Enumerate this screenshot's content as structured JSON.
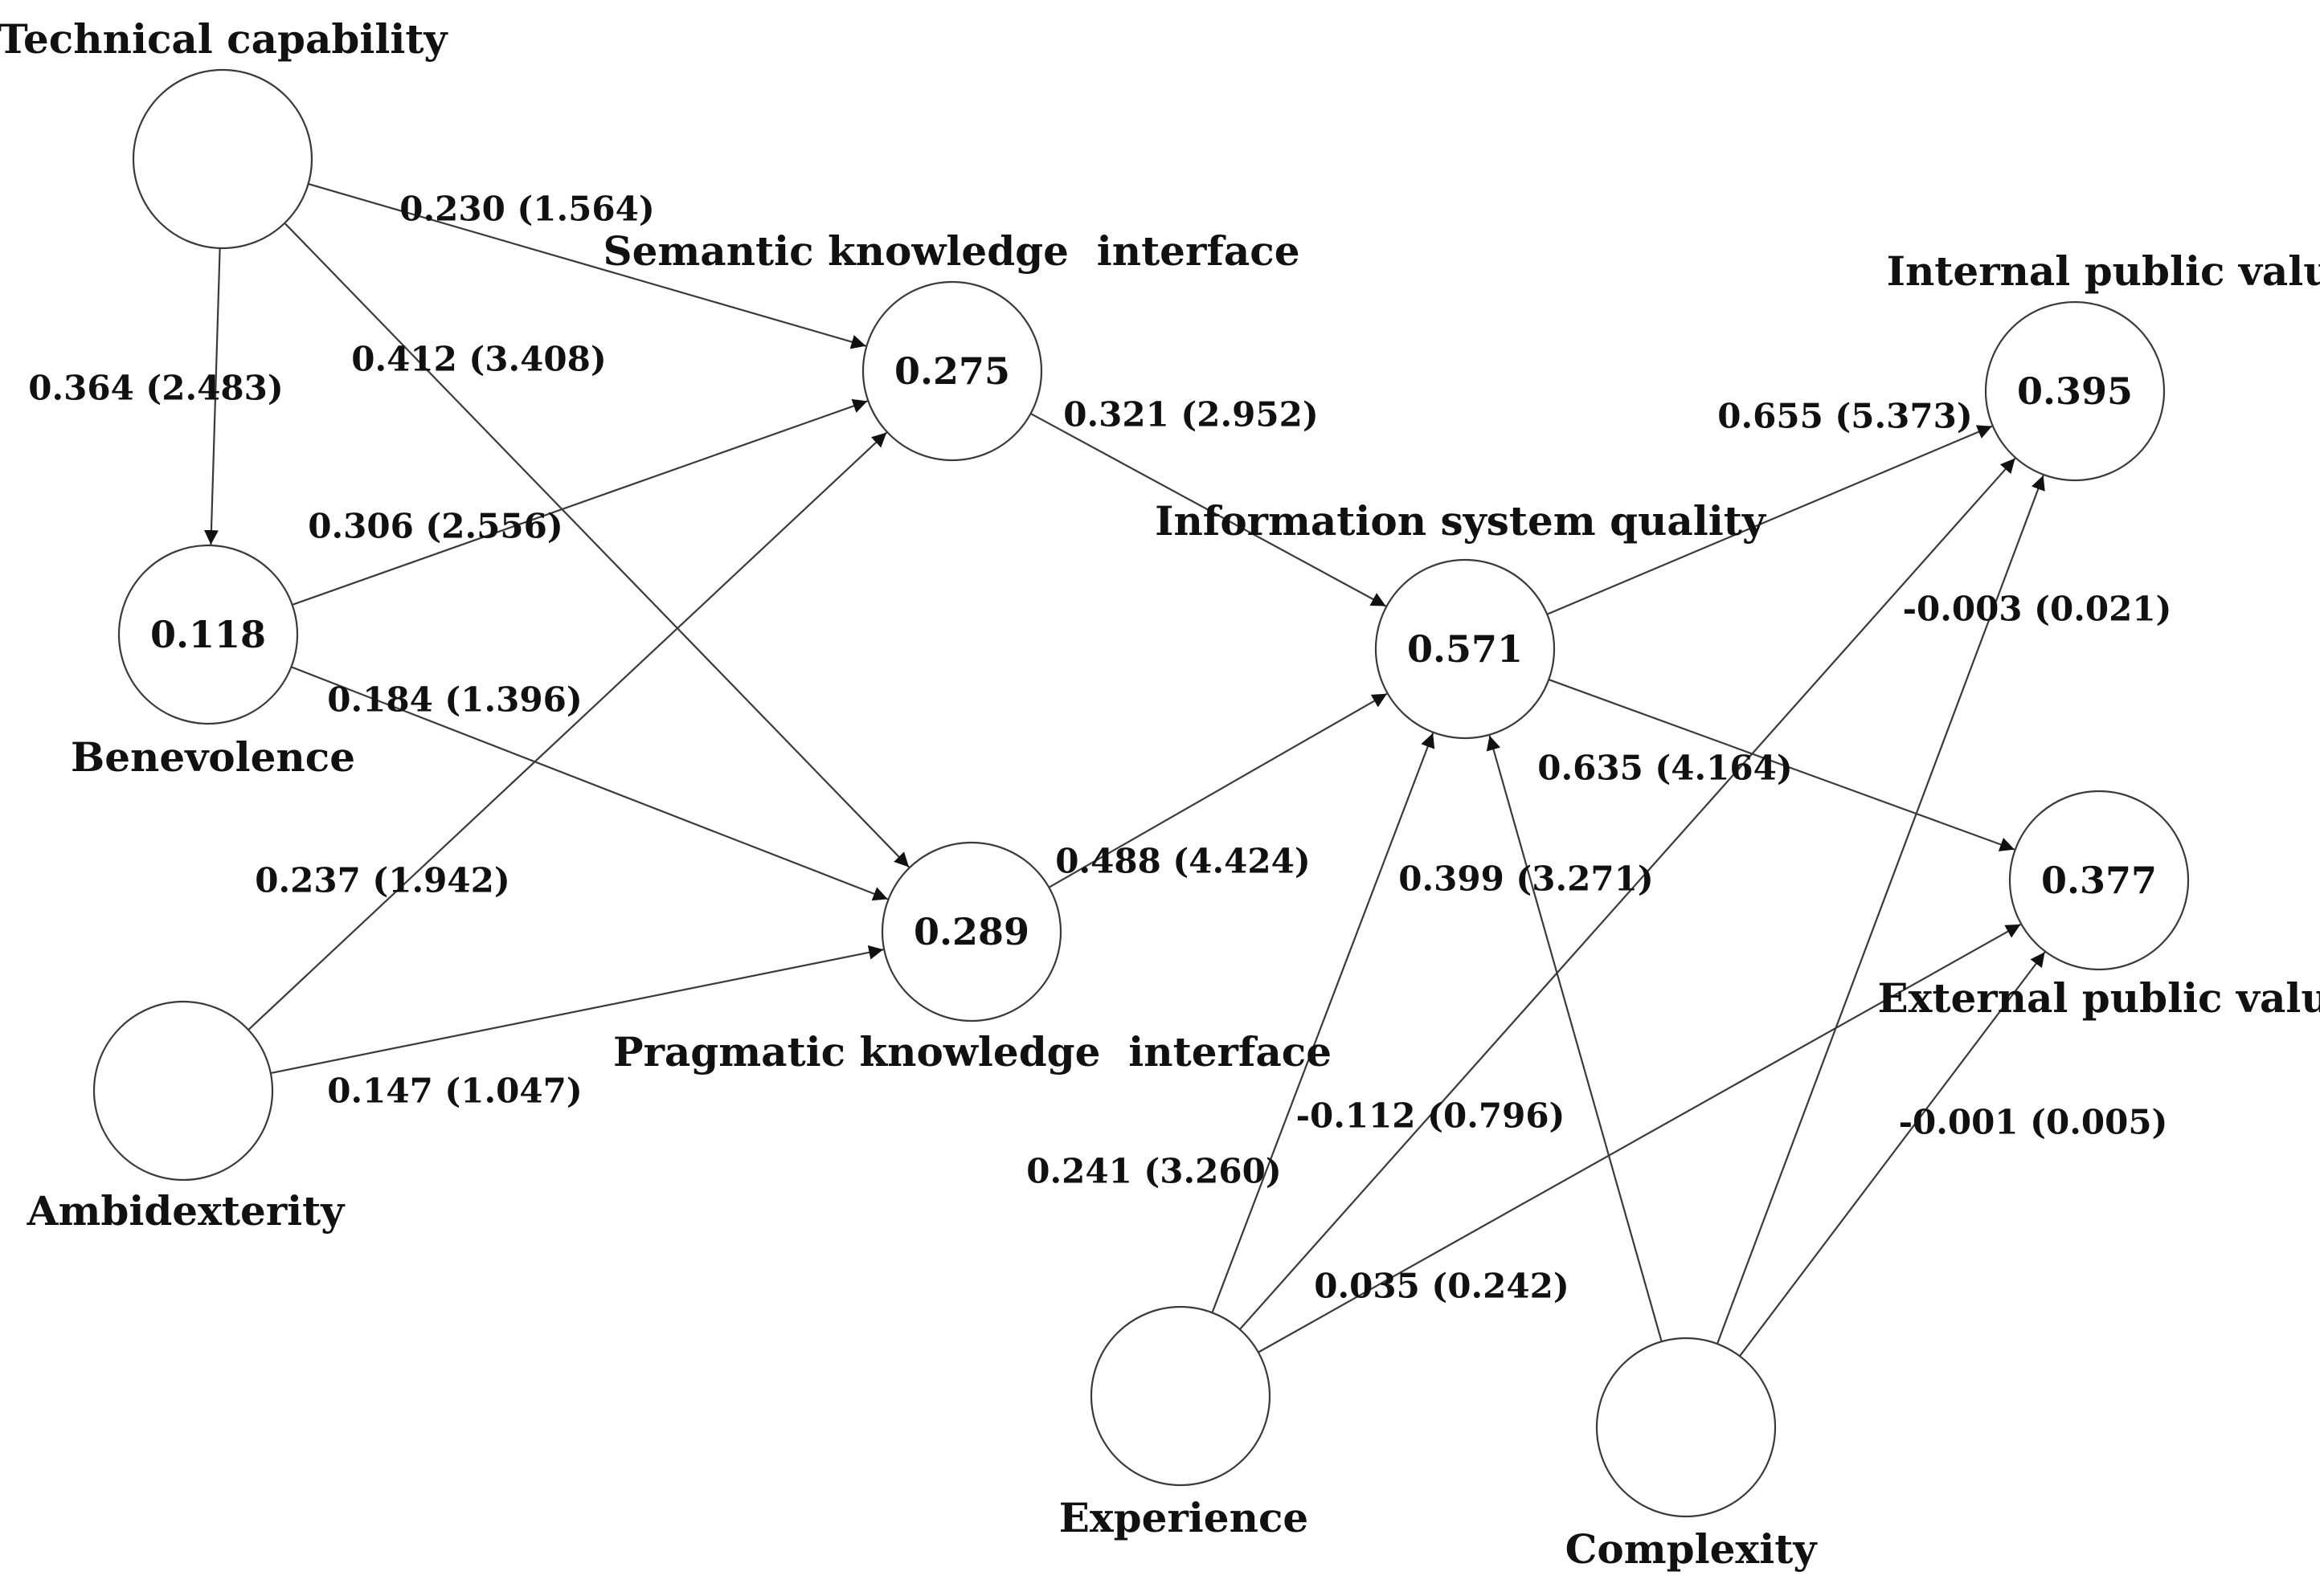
{
  "nodes": [
    {
      "id": "tc",
      "label": "Technical capability",
      "value": ""
    },
    {
      "id": "ben",
      "label": "Benevolence",
      "value": "0.118"
    },
    {
      "id": "amb",
      "label": "Ambidexterity",
      "value": ""
    },
    {
      "id": "ski",
      "label": "Semantic knowledge  interface",
      "value": "0.275"
    },
    {
      "id": "pki",
      "label": "Pragmatic knowledge  interface",
      "value": "0.289"
    },
    {
      "id": "isq",
      "label": "Information system quality",
      "value": "0.571"
    },
    {
      "id": "ipv",
      "label": "Internal public value",
      "value": "0.395"
    },
    {
      "id": "epv",
      "label": "External public value",
      "value": "0.377"
    },
    {
      "id": "exp",
      "label": "Experience",
      "value": ""
    },
    {
      "id": "cpx",
      "label": "Complexity",
      "value": ""
    }
  ],
  "edges": [
    {
      "id": "e1",
      "from": "tc",
      "to": "ski",
      "label": "0.230 (1.564)"
    },
    {
      "id": "e2",
      "from": "tc",
      "to": "ben",
      "label": "0.364 (2.483)"
    },
    {
      "id": "e3",
      "from": "tc",
      "to": "pki",
      "label": "0.412 (3.408)"
    },
    {
      "id": "e4",
      "from": "ben",
      "to": "ski",
      "label": "0.306 (2.556)"
    },
    {
      "id": "e5",
      "from": "ben",
      "to": "pki",
      "label": "0.184 (1.396)"
    },
    {
      "id": "e6",
      "from": "amb",
      "to": "ski",
      "label": "0.237 (1.942)"
    },
    {
      "id": "e7",
      "from": "amb",
      "to": "pki",
      "label": "0.147 (1.047)"
    },
    {
      "id": "e8",
      "from": "ski",
      "to": "isq",
      "label": "0.321 (2.952)"
    },
    {
      "id": "e9",
      "from": "pki",
      "to": "isq",
      "label": "0.488 (4.424)"
    },
    {
      "id": "e10",
      "from": "isq",
      "to": "ipv",
      "label": "0.655 (5.373)"
    },
    {
      "id": "e11",
      "from": "isq",
      "to": "epv",
      "label": "0.635 (4.164)"
    },
    {
      "id": "e12",
      "from": "exp",
      "to": "isq",
      "label": "0.241 (3.260)"
    },
    {
      "id": "e13",
      "from": "cpx",
      "to": "isq",
      "label": "0.399 (3.271)"
    },
    {
      "id": "e14",
      "from": "exp",
      "to": "ipv",
      "label": "-0.112 (0.796)"
    },
    {
      "id": "e15",
      "from": "exp",
      "to": "epv",
      "label": "0.035 (0.242)"
    },
    {
      "id": "e16",
      "from": "cpx",
      "to": "ipv",
      "label": "-0.003 (0.021)"
    },
    {
      "id": "e17",
      "from": "cpx",
      "to": "epv",
      "label": "-0.001 (0.005)"
    }
  ]
}
